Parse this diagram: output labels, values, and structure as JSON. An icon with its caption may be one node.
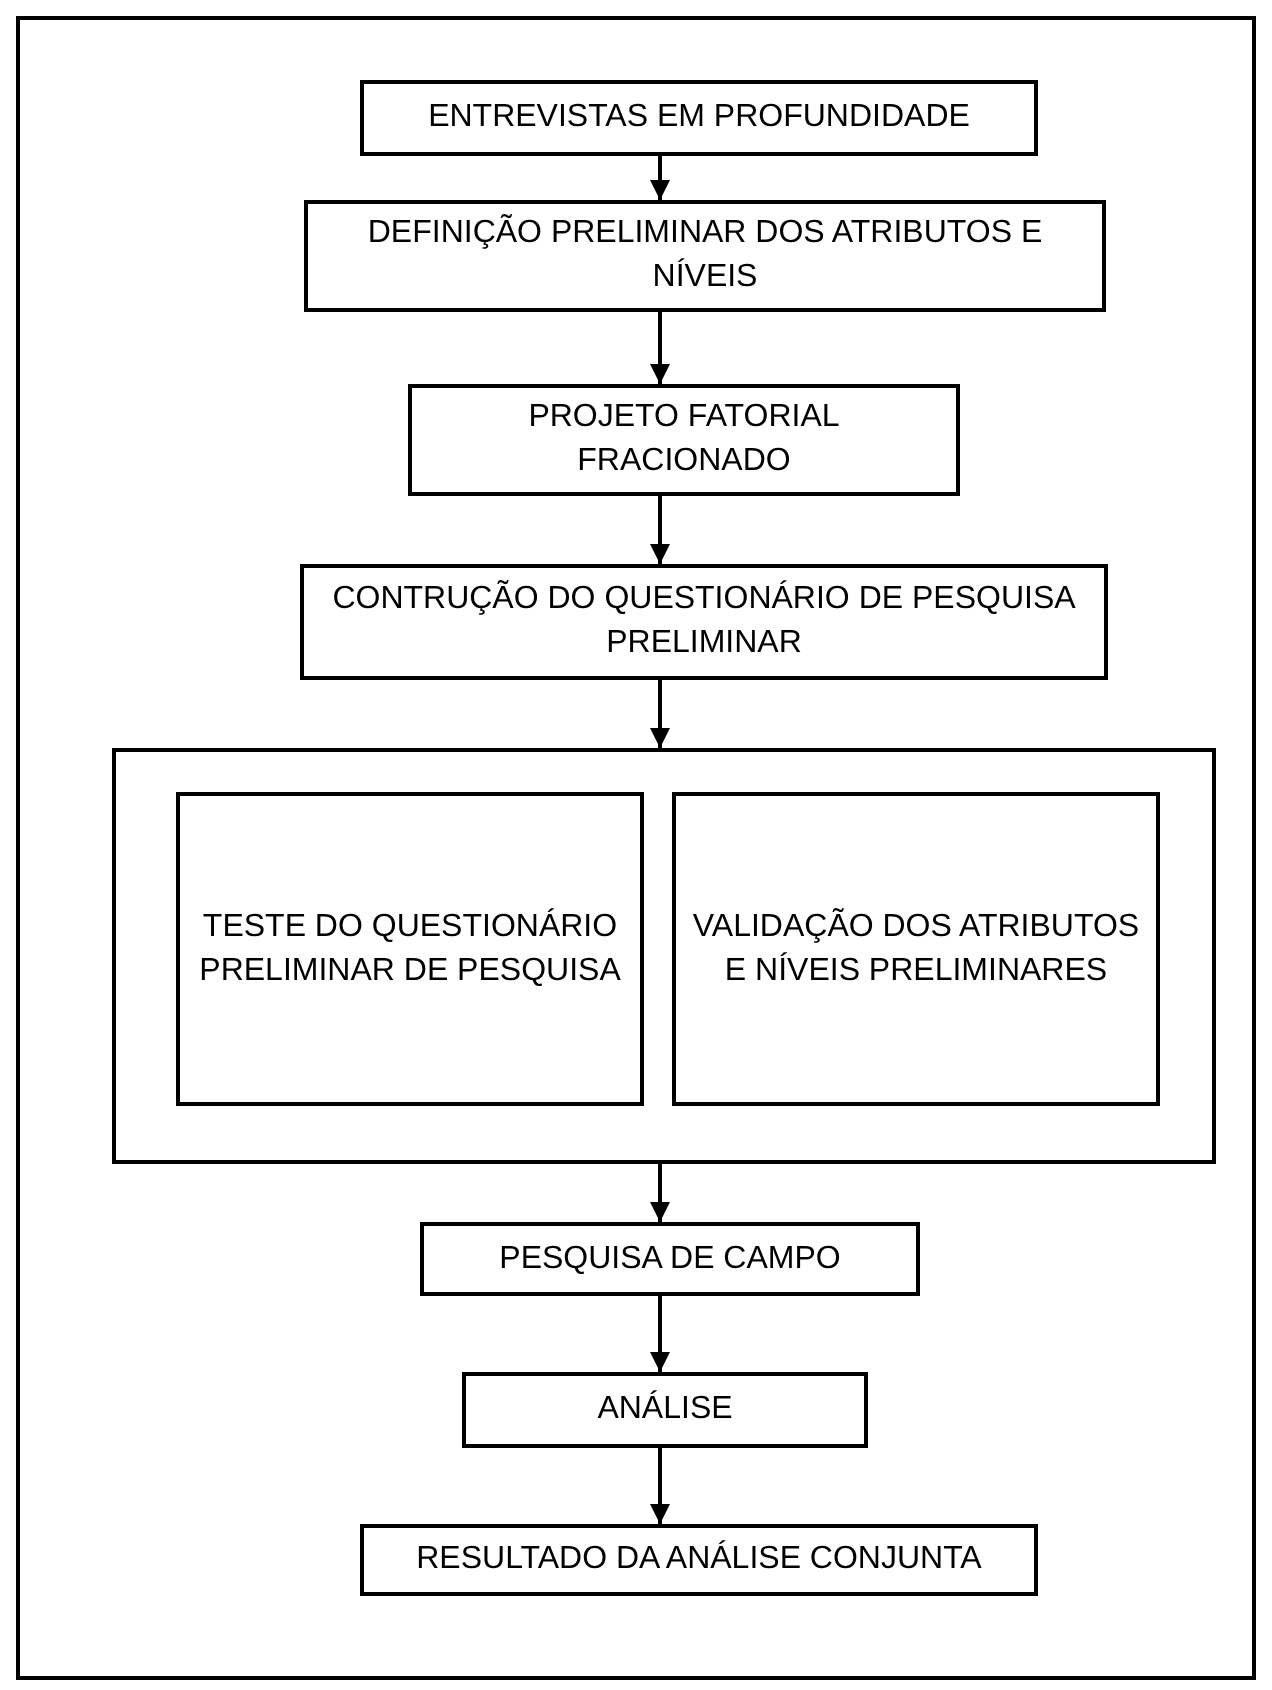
{
  "diagram": {
    "nodes": [
      {
        "text": [
          "ENTREVISTAS EM PROFUNDIDADE"
        ]
      },
      {
        "text": [
          "DEFINIÇÃO PRELIMINAR DOS ATRIBUTOS E NÍVEIS"
        ]
      },
      {
        "text": [
          "PROJETO FATORIAL FRACIONADO"
        ]
      },
      {
        "text": [
          "CONTRUÇÃO DO QUESTIONÁRIO DE PESQUISA PRELIMINAR"
        ]
      },
      {
        "text": [],
        "shape": "box"
      },
      {
        "text": [
          "TESTE DO QUESTIONÁRIO PRELIMINAR DE PESQUISA"
        ],
        "in": 4
      },
      {
        "text": [
          "VALIDAÇÃO DOS ATRIBUTOS E NÍVEIS PRELIMINARES"
        ],
        "in": 4
      },
      {
        "text": [
          "PESQUISA DE CAMPO"
        ]
      },
      {
        "text": [
          "ANÁLISE"
        ]
      },
      {
        "text": [
          "RESULTADO DA ANÁLISE CONJUNTA"
        ]
      }
    ],
    "edges": [
      {
        "from": 0,
        "to": 1,
        "arrow": "to"
      },
      {
        "from": 1,
        "to": 2,
        "arrow": "to"
      },
      {
        "from": 2,
        "to": 3,
        "arrow": "to"
      },
      {
        "from": 3,
        "to": 4,
        "arrow": "to"
      },
      {
        "from": 4,
        "to": 7,
        "arrow": "to"
      },
      {
        "from": 7,
        "to": 8,
        "arrow": "to"
      },
      {
        "from": 8,
        "to": 9,
        "arrow": "to"
      }
    ]
  }
}
